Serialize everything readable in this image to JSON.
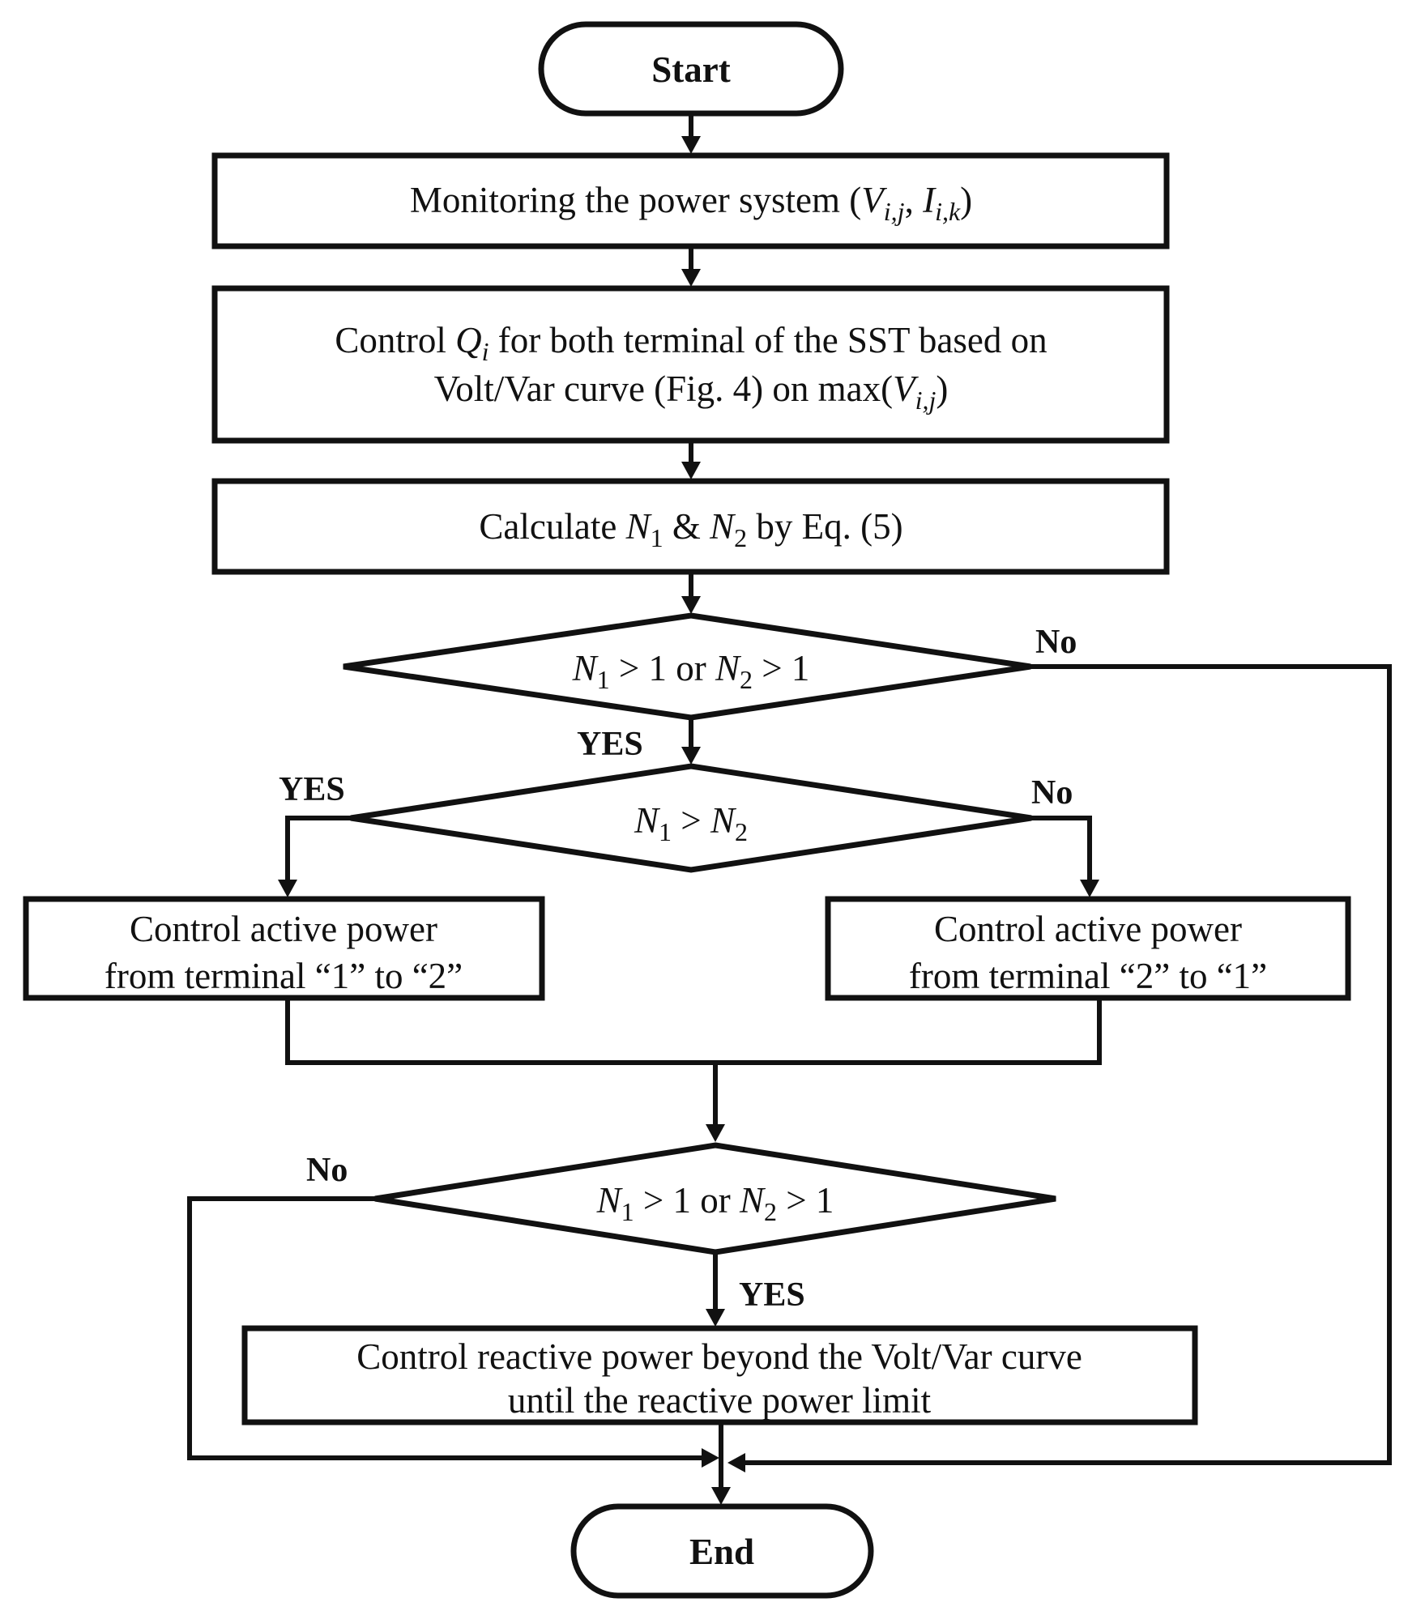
{
  "nodes": {
    "start": {
      "text": "Start"
    },
    "monitor": {
      "pre": "Monitoring the power system (",
      "v": "V",
      "v_sub": "i,j",
      "comma": ", ",
      "i": "I",
      "i_sub": "i,k",
      "post": ")"
    },
    "control_q": {
      "line1_pre": "Control ",
      "q": "Q",
      "q_sub": "i",
      "line1_post": " for both terminal of the SST based on",
      "line2_pre": "Volt/Var curve (Fig. 4) on max(",
      "v": "V",
      "v_sub": "i,j",
      "line2_post": ")"
    },
    "calc": {
      "pre": "Calculate ",
      "n1": "N",
      "n1_sub": "1",
      "amp": " & ",
      "n2": "N",
      "n2_sub": "2",
      "post": " by Eq. (5)"
    },
    "decision1": {
      "n1": "N",
      "n1_sub": "1",
      "mid": " > 1 or ",
      "n2": "N",
      "n2_sub": "2",
      "post": " > 1"
    },
    "decision2": {
      "n1": "N",
      "n1_sub": "1",
      "mid": " > ",
      "n2": "N",
      "n2_sub": "2"
    },
    "active_1_to_2": {
      "line1": "Control active power",
      "line2": "from terminal “1” to “2”"
    },
    "active_2_to_1": {
      "line1": "Control active power",
      "line2": "from terminal “2” to “1”"
    },
    "decision3": {
      "n1": "N",
      "n1_sub": "1",
      "mid": " > 1 or ",
      "n2": "N",
      "n2_sub": "2",
      "post": " > 1"
    },
    "reactive": {
      "line1": "Control reactive power beyond the Volt/Var curve",
      "line2": "until the reactive power limit"
    },
    "end": {
      "text": "End"
    }
  },
  "edge_labels": {
    "d1_no": "No",
    "d1_yes": "YES",
    "d2_yes": "YES",
    "d2_no": "No",
    "d3_no": "No",
    "d3_yes": "YES"
  }
}
